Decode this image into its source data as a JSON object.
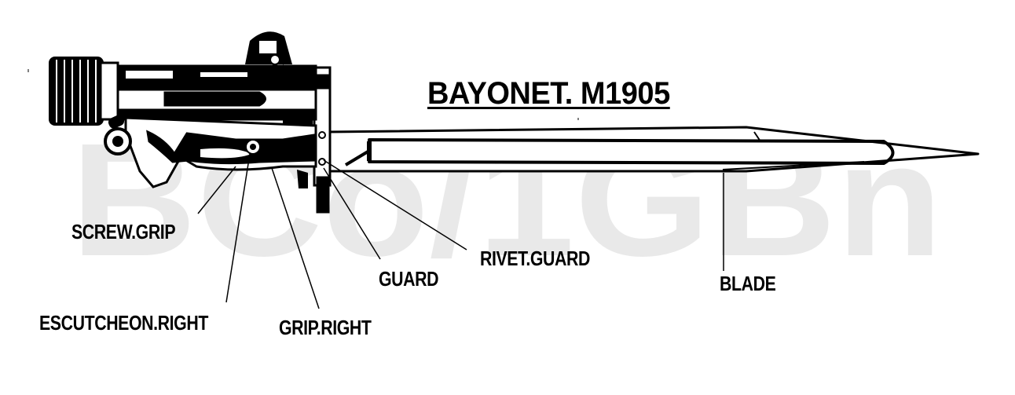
{
  "title": "BAYONET. M1905",
  "watermark": "BCo/1GBn",
  "labels": {
    "screw_grip": "SCREW.GRIP",
    "escutcheon_right": "ESCUTCHEON.RIGHT",
    "grip_right": "GRIP.RIGHT",
    "guard": "GUARD",
    "rivet_guard": "RIVET.GUARD",
    "blade": "BLADE"
  },
  "colors": {
    "ink": "#000000",
    "paper": "#ffffff",
    "watermark": "#e9e9e9"
  }
}
